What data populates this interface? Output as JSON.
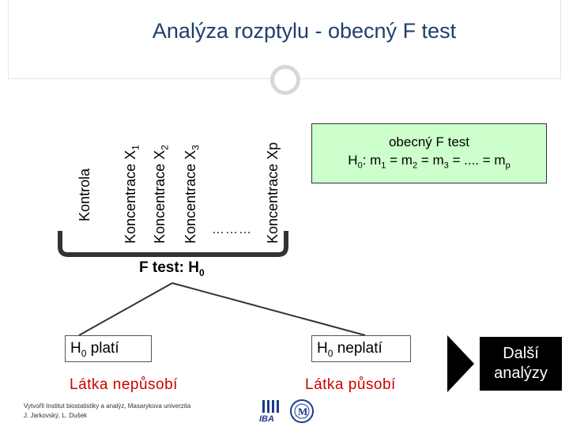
{
  "title": "Analýza rozptylu - obecný F test",
  "groups": {
    "kontrola": "Kontrola",
    "konc1_base": "Koncentrace X",
    "konc1_sub": "1",
    "konc2_base": "Koncentrace X",
    "konc2_sub": "2",
    "konc3_base": "Koncentrace X",
    "konc3_sub": "3",
    "dots": "………",
    "koncp": "Koncentrace Xp"
  },
  "hypothesis_box": {
    "line1": "obecný F test",
    "line2_parts": [
      "H",
      "0",
      ": m",
      "1",
      " = m",
      "2",
      " = m",
      "3",
      " = .... = m",
      "p"
    ]
  },
  "ftest": {
    "base": "F test: H",
    "sub": "0"
  },
  "left_outcome": {
    "base": "H",
    "sub": "0",
    "rest": " platí",
    "result": "Látka nepůsobí"
  },
  "right_outcome": {
    "base": "H",
    "sub": "0",
    "rest": " neplatí",
    "result": "Látka působí"
  },
  "next": {
    "line1": "Další",
    "line2": "analýzy"
  },
  "footer": {
    "line1": "Vytvořil Institut biostatistiky a analýz, Masarykova univerzita",
    "line2": "J. Jarkovský, L. Dušek"
  },
  "logos": {
    "iba": "IBA"
  }
}
